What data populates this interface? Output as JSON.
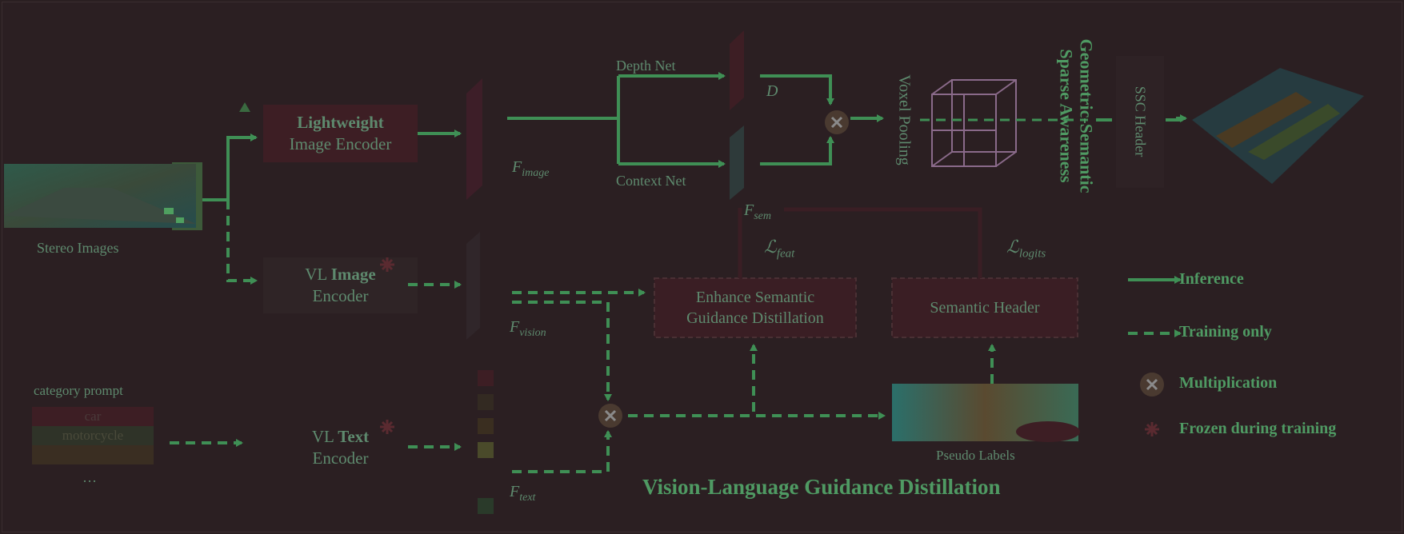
{
  "colors": {
    "background": "#2a1f21",
    "arrow": "#3f8f55",
    "text": "#5e8a6e",
    "emphasis": "#4f9a63",
    "box_dark_red": "#3d1e24",
    "box_dark": "#332628",
    "frozen_icon": "#5a2a30"
  },
  "inputs": {
    "stereo_images_label": "Stereo Images",
    "category_prompt_label": "category prompt",
    "prompts": [
      "car",
      "motorcycle",
      ""
    ],
    "ellipsis": "…"
  },
  "encoders": {
    "lightweight_bold": "Lightweight",
    "lightweight_rest": "Image Encoder",
    "vl_image_prefix": "VL ",
    "vl_image_bold": "Image",
    "vl_image_rest": "Encoder",
    "vl_text_prefix": "VL ",
    "vl_text_bold": "Text",
    "vl_text_rest": "Encoder"
  },
  "features": {
    "f_image": "F",
    "f_image_sub": "image",
    "f_vision": "F",
    "f_vision_sub": "vision",
    "f_text": "F",
    "f_text_sub": "text",
    "f_sem": "F",
    "f_sem_sub": "sem",
    "d": "D"
  },
  "nets": {
    "depth_net": "Depth Net",
    "context_net": "Context Net",
    "voxel_pooling": "Voxel Pooling",
    "gssa_line1": "Geometric-Semantic",
    "gssa_line2": "Sparse Awareness",
    "ssc_header": "SSC Header"
  },
  "losses": {
    "l_feat": "ℒ",
    "l_feat_sub": "feat",
    "l_logits": "ℒ",
    "l_logits_sub": "logits"
  },
  "modules": {
    "esgd_line1": "Enhance Semantic",
    "esgd_line2": "Guidance Distillation",
    "semantic_header": "Semantic Header",
    "pseudo_labels": "Pseudo Labels",
    "section_title": "Vision-Language Guidance Distillation"
  },
  "legend": {
    "inference": "Inference",
    "training_only": "Training only",
    "multiplication": "Multiplication",
    "frozen": "Frozen during training"
  }
}
